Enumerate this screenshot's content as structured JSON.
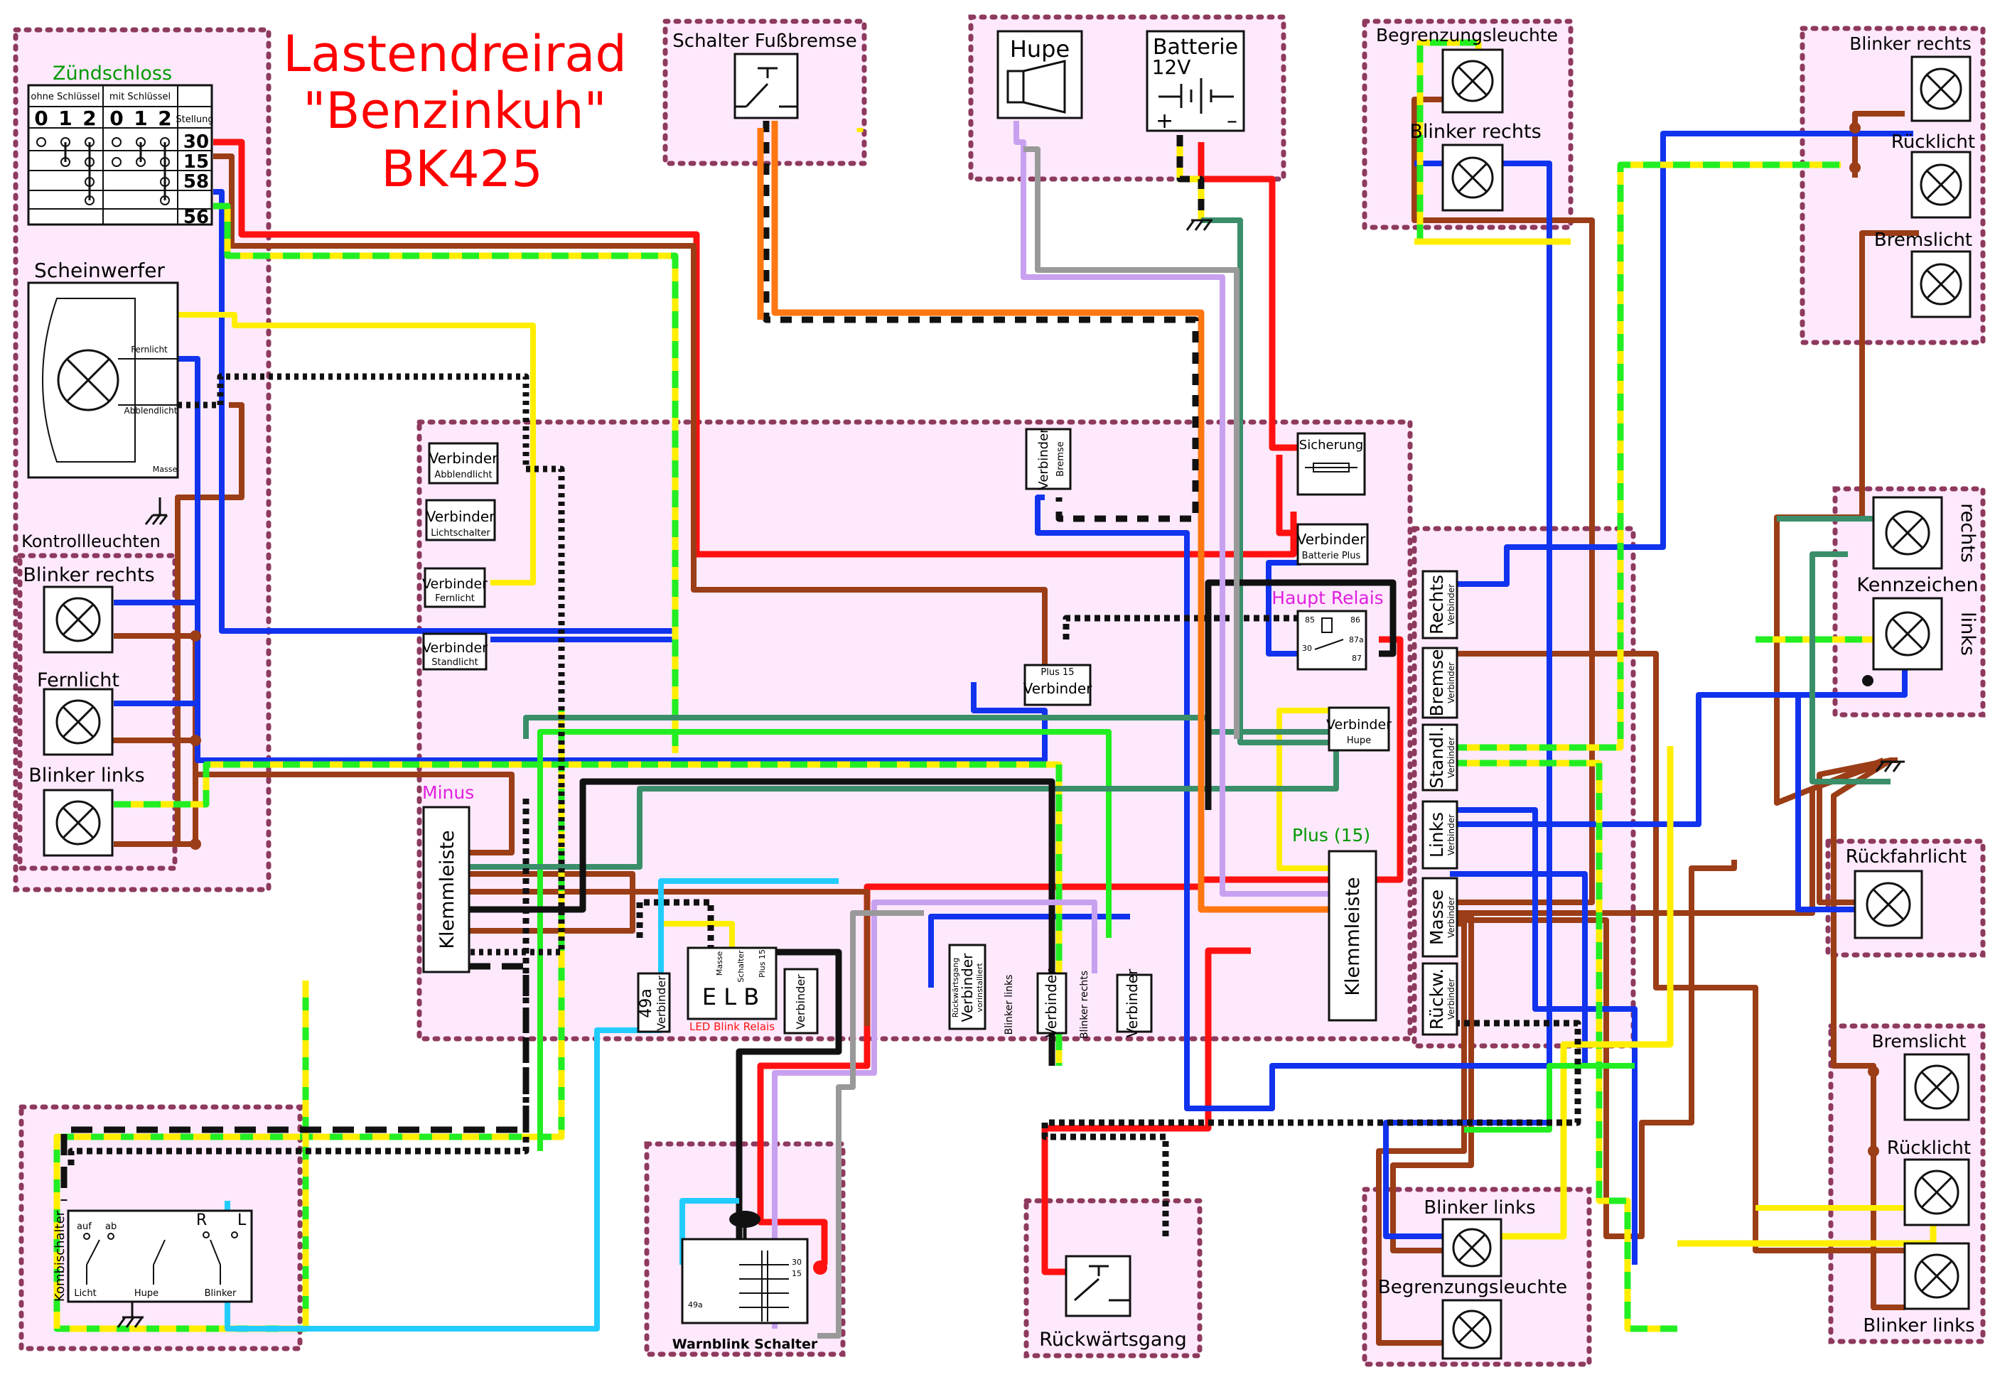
{
  "title": {
    "line1": "Lastendreirad",
    "line2": "\"Benzinkuh\"",
    "line3": "BK425",
    "color": "#ff0000"
  },
  "colors": {
    "box_fill": "#fde9fb",
    "box_border": "#8e3a5e",
    "label_magenta": "#e020e0",
    "label_green": "#009900",
    "wire_red": "#ff1111",
    "wire_brown": "#9b3d16",
    "wire_blue": "#1133ee",
    "wire_yellow": "#ffee00",
    "wire_green": "#22ee22",
    "wire_teal": "#3a8f6a",
    "wire_black": "#111111",
    "wire_orange": "#ff7711",
    "wire_lilac": "#c8a0f0",
    "wire_grey": "#999999",
    "wire_cyan": "#22ccff"
  },
  "ignition": {
    "title": "Zündschloss",
    "col_left": "ohne Schlüssel",
    "col_right": "mit Schlüssel",
    "positions": [
      "0",
      "1",
      "2",
      "0",
      "1",
      "2"
    ],
    "stellung": "Stellung",
    "terminals": [
      "30",
      "15",
      "58",
      "56"
    ]
  },
  "headlight": {
    "title": "Scheinwerfer",
    "fern": "Fernlicht",
    "abblend": "Abblendlicht",
    "masse": "Masse"
  },
  "kontroll": {
    "title": "Kontrollleuchten",
    "lamps": [
      "Blinker rechts",
      "Fernlicht",
      "Blinker links"
    ]
  },
  "switch_brake": {
    "title": "Schalter Fußbremse"
  },
  "horn": {
    "title": "Hupe"
  },
  "battery": {
    "title": "Batterie",
    "voltage": "12V",
    "plus": "+",
    "minus": "–"
  },
  "front_right": {
    "top": "Begrenzungsleuchte",
    "bottom": "Blinker rechts"
  },
  "rear_right": {
    "a": "Blinker rechts",
    "b": "Rücklicht",
    "c": "Bremslicht"
  },
  "kennzeichen": {
    "rechts": "rechts",
    "title": "Kennzeichen",
    "links": "links"
  },
  "rueckfahr": {
    "title": "Rückfahrlicht"
  },
  "rear_left": {
    "a": "Bremslicht",
    "b": "Rücklicht",
    "c": "Blinker links"
  },
  "front_left": {
    "top": "Blinker links",
    "bottom": "Begrenzungsleuchte"
  },
  "reverse_switch": {
    "title": "Rückwärtsgang"
  },
  "hazard": {
    "title": "Warnblink Schalter",
    "t30": "30",
    "t15": "15",
    "t49a": "49a"
  },
  "kombi": {
    "title": "Kombischalter",
    "auf": "auf",
    "ab": "ab",
    "r": "R",
    "l": "L",
    "licht": "Licht",
    "hupe": "Hupe",
    "blinker": "Blinker"
  },
  "center": {
    "verbinder": "Verbinder",
    "v_abblend": "Abblendlicht",
    "v_lichtschalter": "Lichtschalter",
    "v_fernlicht": "Fernlicht",
    "v_standlicht": "Standlicht",
    "v_bremse": "Bremse",
    "sicherung": "Sicherung",
    "v_batterie": "Batterie Plus",
    "haupt_relais": "Haupt Relais",
    "relay_pins": [
      "85",
      "86",
      "30",
      "87a",
      "87"
    ],
    "plus15_small": "Plus 15",
    "v_hupe": "Hupe",
    "minus": "Minus",
    "klemmleiste": "Klemmleiste",
    "plus15": "Plus (15)",
    "v_49a": "49a",
    "elb": "E L B",
    "elb_pins": [
      "Masse",
      "Schalter",
      "Plus 15"
    ],
    "led_relais": "LED Blink Relais",
    "rueckwaerts": "Rückwärtsgang",
    "vorinstalliert": "vorinstalliert",
    "blinker_links": "Blinker links",
    "blinker_rechts": "Blinker rechts"
  },
  "rear_connectors": {
    "labels": [
      "Rechts",
      "Bremse",
      "Standl.",
      "Links",
      "Masse",
      "Rückw."
    ],
    "sub": "Verbinder"
  }
}
